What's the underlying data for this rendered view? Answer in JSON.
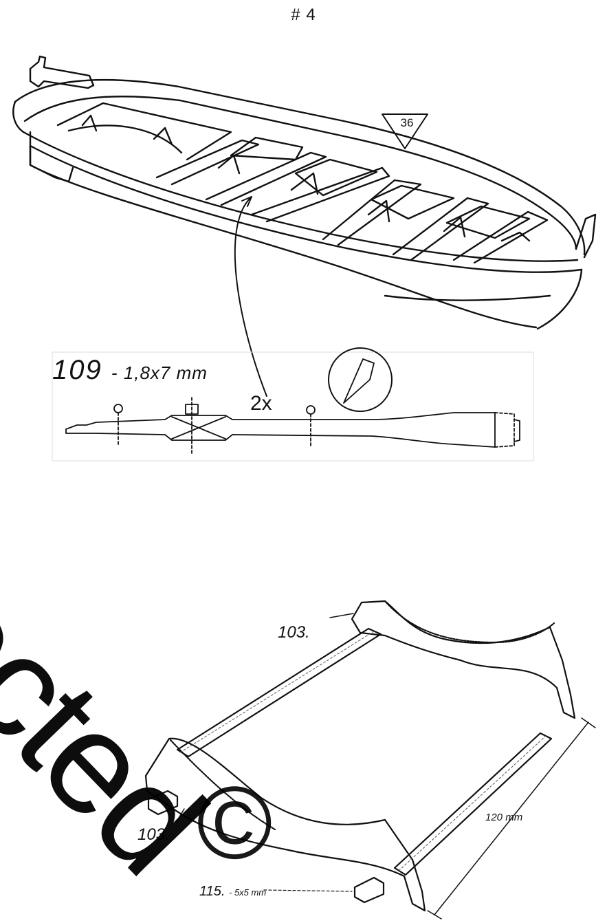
{
  "page": {
    "number_label": "# 4"
  },
  "step_marker": {
    "label": "36"
  },
  "oar": {
    "part_number": "109",
    "dimension": "- 1,8x7 mm",
    "quantity": "2x"
  },
  "stand": {
    "part_103_top": "103.",
    "part_103_bottom": "103.",
    "part_115": "115.",
    "part_115_dimension": "- 5x5 mm",
    "length_label": "120 mm"
  },
  "watermark": {
    "text": "tected",
    "symbol": "©"
  },
  "colors": {
    "ink": "#111111",
    "background": "#ffffff",
    "hatch": "#555555"
  }
}
